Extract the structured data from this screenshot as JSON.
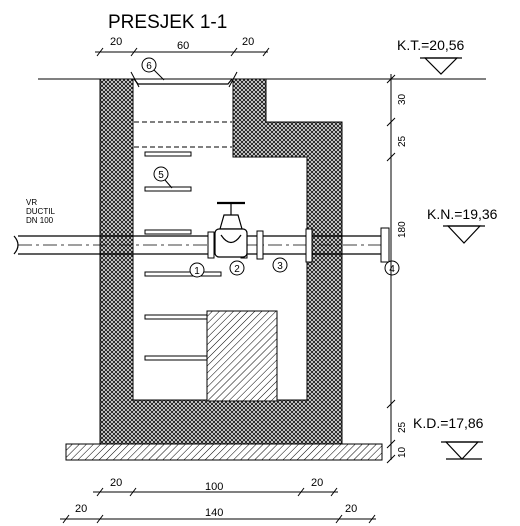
{
  "title": "PRESJEK 1-1",
  "top_dims": {
    "left": "20",
    "mid": "60",
    "right": "20"
  },
  "bottom_dims1": {
    "left": "20",
    "mid": "100",
    "right": "20"
  },
  "bottom_dims2": {
    "left": "20",
    "mid": "140",
    "right": "20"
  },
  "right_dims": {
    "d30": "30",
    "d25a": "25",
    "d180": "180",
    "d25b": "25",
    "d10": "10"
  },
  "levels": {
    "kt": "K.T.=20,56",
    "kn": "K.N.=19,36",
    "kd": "K.D.=17,86"
  },
  "pipe_label": {
    "line1": "VR",
    "line2": "DUCTIL",
    "line3": "DN 100"
  },
  "markers": {
    "m1": "1",
    "m2": "2",
    "m3": "3",
    "m4": "4",
    "m5": "5",
    "m6": "6"
  }
}
